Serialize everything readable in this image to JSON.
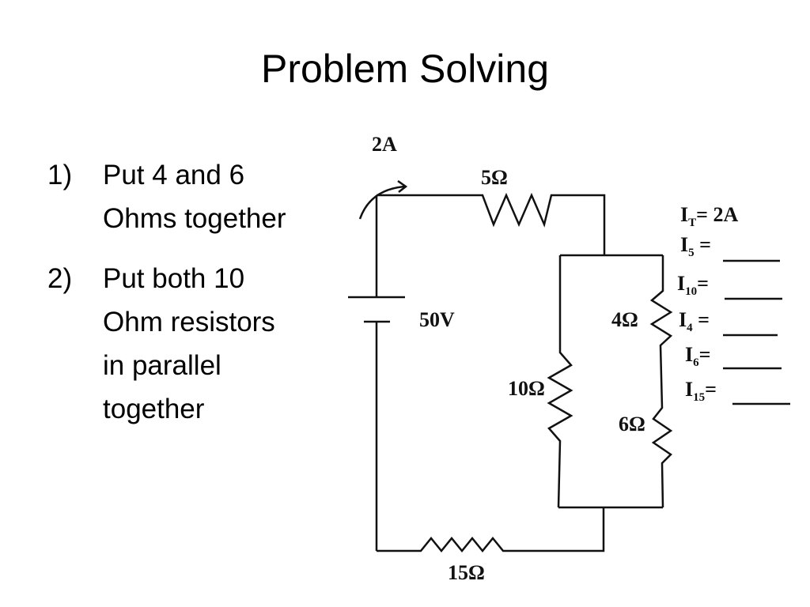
{
  "slide": {
    "title": "Problem Solving",
    "steps": [
      {
        "number": "1)",
        "text": "Put 4 and 6\nOhms together"
      },
      {
        "number": "2)",
        "text": "Put both 10\nOhm resistors\nin parallel\ntogether"
      }
    ]
  },
  "circuit": {
    "current_label": "2A",
    "battery_label": "50V",
    "resistors": {
      "r5": "5Ω",
      "r4": "4Ω",
      "r10": "10Ω",
      "r6": "6Ω",
      "r15": "15Ω"
    },
    "answers": [
      {
        "symbol": "I",
        "subscript": "T",
        "rest": "=  2A"
      },
      {
        "symbol": "I",
        "subscript": "5",
        "rest": " ="
      },
      {
        "symbol": "I",
        "subscript": "10",
        "rest": "="
      },
      {
        "symbol": "I",
        "subscript": "4",
        "rest": " ="
      },
      {
        "symbol": "I",
        "subscript": "6",
        "rest": "="
      },
      {
        "symbol": "I",
        "subscript": "15",
        "rest": "="
      }
    ]
  }
}
